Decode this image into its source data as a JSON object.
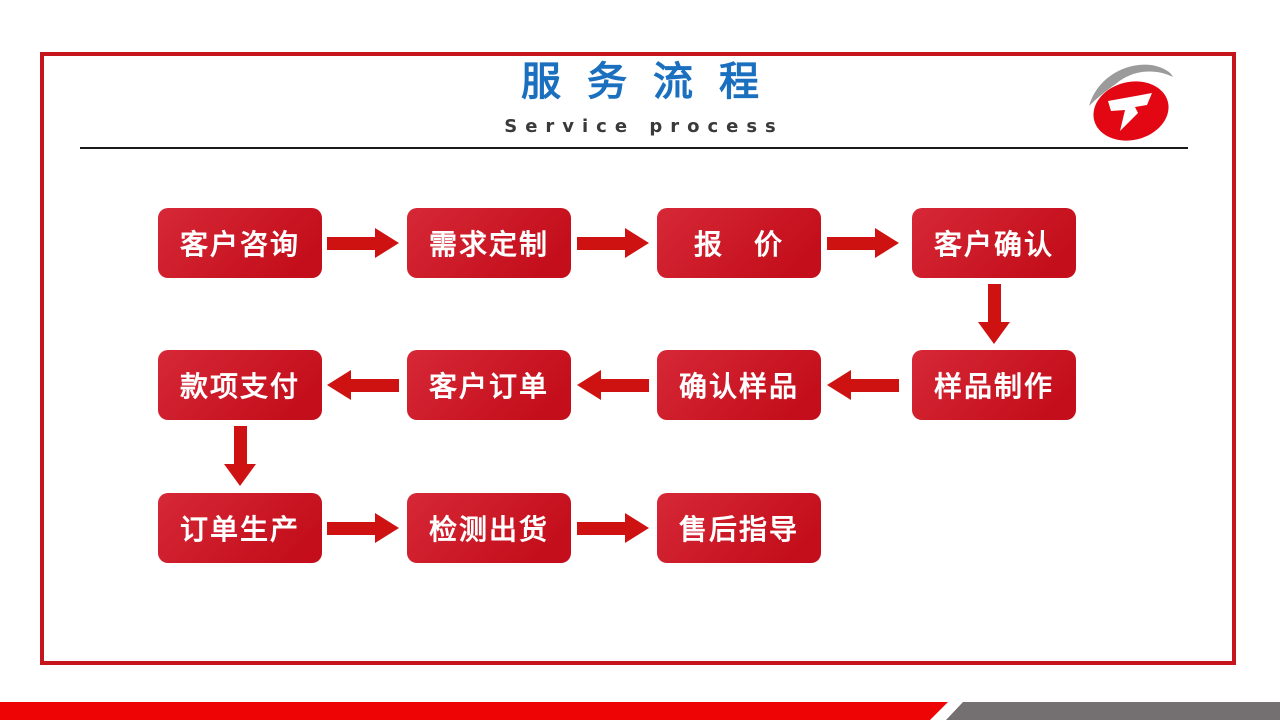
{
  "slide": {
    "title": "服务流程",
    "subtitle": "Service process"
  },
  "flow": {
    "steps": [
      {
        "label": "客户咨询"
      },
      {
        "label": "需求定制"
      },
      {
        "label": "报　价"
      },
      {
        "label": "客户确认"
      },
      {
        "label": "样品制作"
      },
      {
        "label": "确认样品"
      },
      {
        "label": "客户订单"
      },
      {
        "label": "款项支付"
      },
      {
        "label": "订单生产"
      },
      {
        "label": "检测出货"
      },
      {
        "label": "售后指导"
      }
    ]
  },
  "colors": {
    "frame_red": "#C4161C",
    "box_red": "#C8141F",
    "arrow_red": "#CE1212",
    "title_blue": "#1A6FBF",
    "footer_red": "#EE0404",
    "footer_gray": "#747072",
    "logo_red": "#E30613",
    "logo_gray": "#9B9B9B"
  }
}
